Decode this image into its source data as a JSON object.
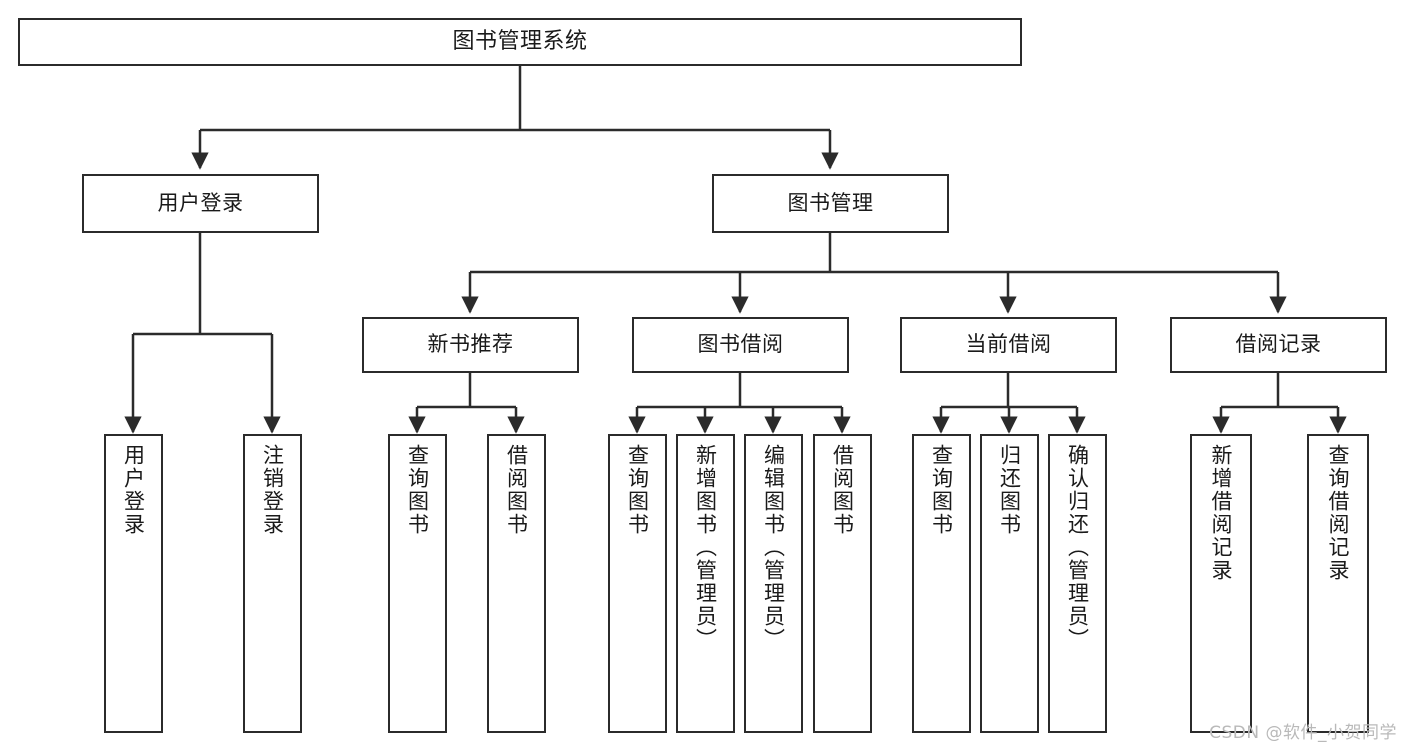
{
  "diagram": {
    "title": "图书管理系统",
    "type": "hierarchy-tree",
    "edge_style": "orthogonal-arrow",
    "colors": {
      "stroke": "#2b2b2b",
      "fill": "#ffffff",
      "text": "#1a1a1a",
      "watermark": "#b9b9b9"
    },
    "root": {
      "label": "图书管理系统"
    },
    "level2": [
      {
        "label": "用户登录"
      },
      {
        "label": "图书管理"
      }
    ],
    "level3": [
      {
        "label": "新书推荐"
      },
      {
        "label": "图书借阅"
      },
      {
        "label": "当前借阅"
      },
      {
        "label": "借阅记录"
      }
    ],
    "leaves": {
      "user_login": [
        {
          "label": "用户登录"
        },
        {
          "label": "注销登录"
        }
      ],
      "new_book_recommend": [
        {
          "label": "查询图书"
        },
        {
          "label": "借阅图书"
        }
      ],
      "book_borrow": [
        {
          "label": "查询图书"
        },
        {
          "label": "新增图书（管理员）"
        },
        {
          "label": "编辑图书（管理员）"
        },
        {
          "label": "借阅图书"
        }
      ],
      "current_borrow": [
        {
          "label": "查询图书"
        },
        {
          "label": "归还图书"
        },
        {
          "label": "确认归还（管理员）"
        }
      ],
      "borrow_record": [
        {
          "label": "新增借阅记录"
        },
        {
          "label": "查询借阅记录"
        }
      ]
    }
  },
  "watermark": {
    "text": "CSDN @软件_小贺同学"
  }
}
